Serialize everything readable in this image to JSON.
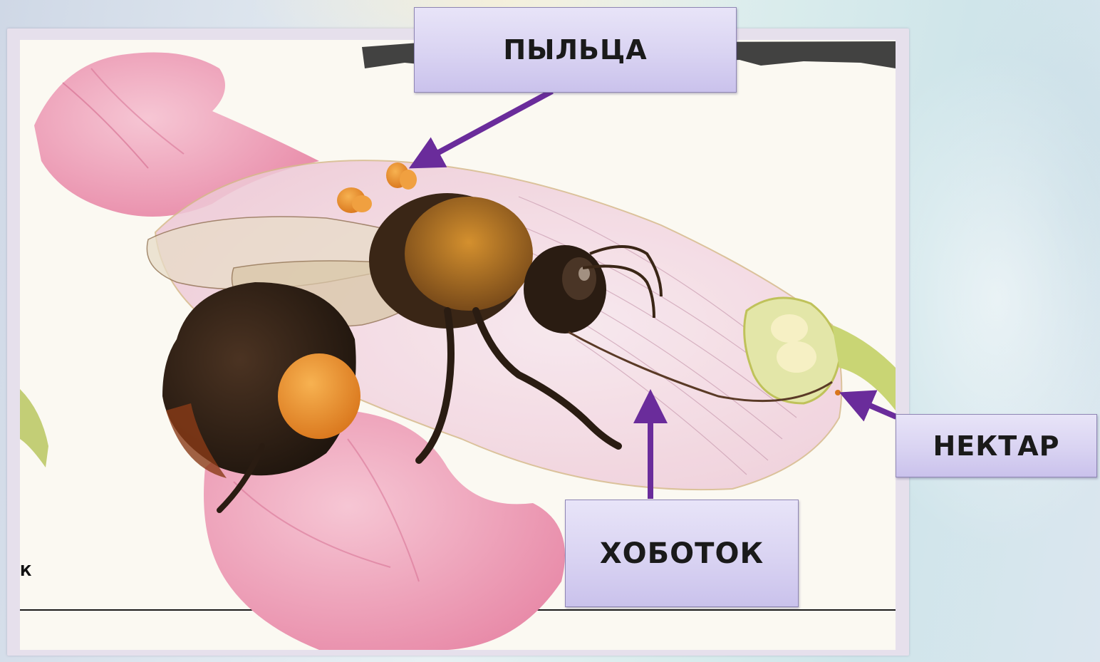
{
  "labels": {
    "pollen": "ПЫЛЬЦА",
    "nectar": "НЕКТАР",
    "proboscis": "ХОБОТОК"
  },
  "photo_fragment_text": "К",
  "colors": {
    "arrow": "#6a2c9b",
    "label_fill": "#d9d3f2",
    "label_border": "#8f86b4"
  }
}
